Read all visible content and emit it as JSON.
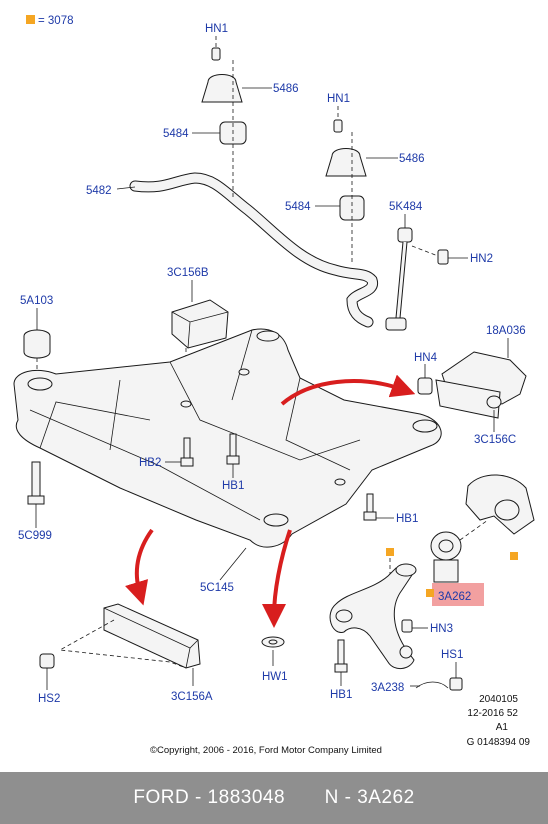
{
  "legend": {
    "value": "= 3078",
    "marker_color": "#f5a623"
  },
  "labels": {
    "hn1_a": "HN1",
    "p5486_a": "5486",
    "p5484_a": "5484",
    "p5482": "5482",
    "hn1_b": "HN1",
    "p5486_b": "5486",
    "p5484_b": "5484",
    "p5k484": "5K484",
    "hn2": "HN2",
    "p3c156b": "3C156B",
    "p5a103": "5A103",
    "p18a036": "18A036",
    "hn4": "HN4",
    "p3c156c": "3C156C",
    "hb2": "HB2",
    "hb1_a": "HB1",
    "hb1_b": "HB1",
    "p5c999": "5C999",
    "p5c145": "5C145",
    "p3a262": "3A262",
    "hn3": "HN3",
    "hs1": "HS1",
    "p3a238": "3A238",
    "hb1_c": "HB1",
    "hw1": "HW1",
    "hs2": "HS2",
    "p3c156a": "3C156A"
  },
  "highlight_color": "#f2a0a0",
  "arrow_color": "#d81e1e",
  "reference": {
    "line1": "2040105",
    "line2": "12-2016 52",
    "line3": "A1",
    "line4": "G 0148394 09"
  },
  "copyright": "©Copyright, 2006 - 2016, Ford Motor Company Limited",
  "footer": {
    "brand_part": "FORD - 1883048",
    "oe_part": "N - 3A262"
  }
}
